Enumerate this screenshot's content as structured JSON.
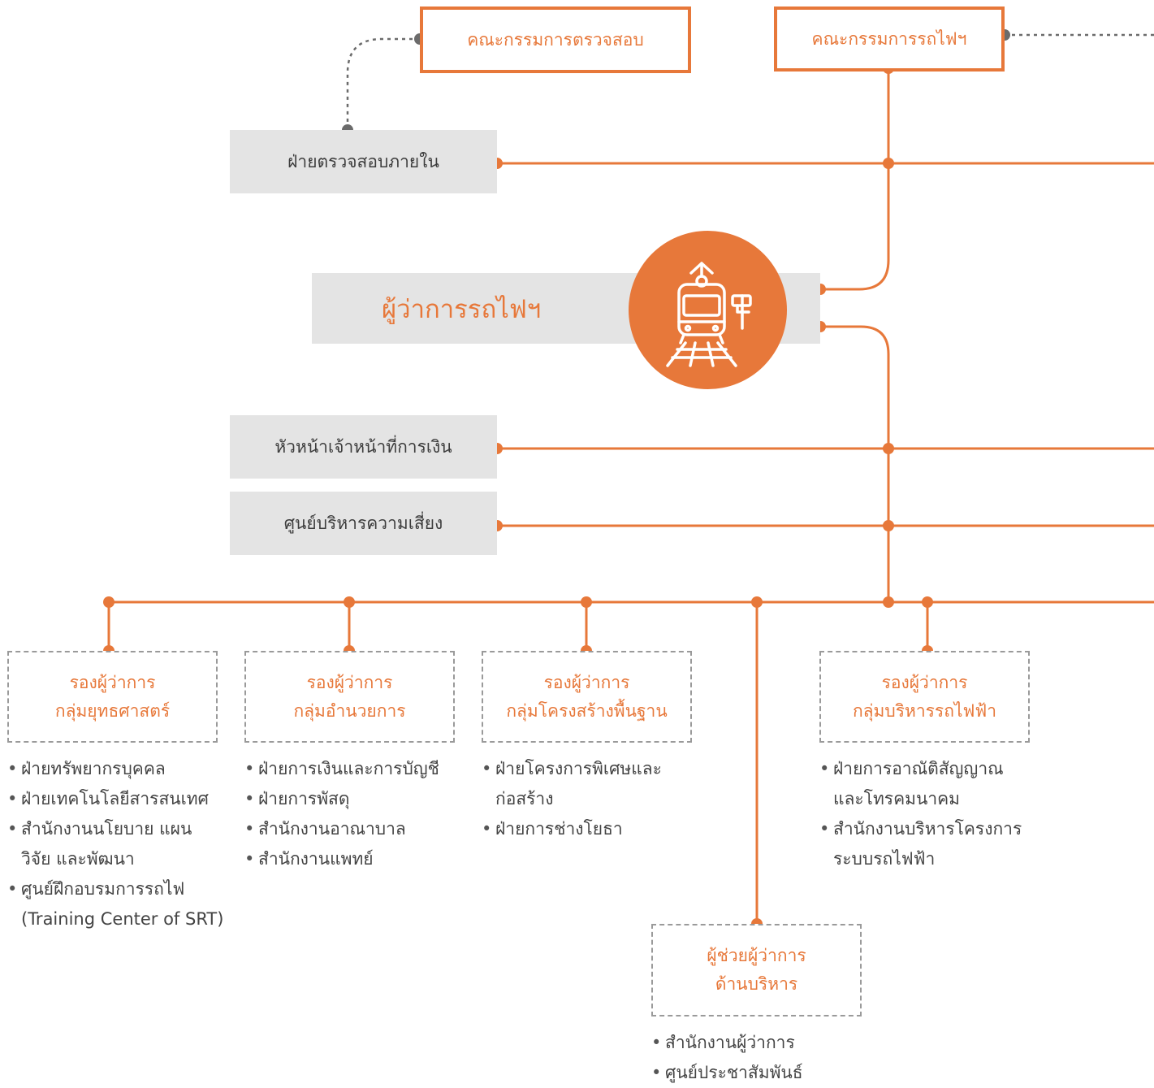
{
  "board_audit": "คณะกรรมการตรวจสอบ",
  "board_srt": "คณะกรรมการรถไฟฯ",
  "internal_audit": "ฝ่ายตรวจสอบภายใน",
  "governor": "ผู้ว่าการรถไฟฯ",
  "governor_icon": "train-icon",
  "cfo": "หัวหน้าเจ้าหน้าที่การเงิน",
  "risk_center": "ศูนย์บริหารความเสี่ยง",
  "colors": {
    "accent": "#E7783A",
    "gray_box": "#E4E4E4",
    "connector": "#6b6b6b"
  },
  "groups": {
    "strategy": {
      "title1": "รองผู้ว่าการ",
      "title2": "กลุ่มยุทธศาสตร์",
      "items": [
        "ฝ่ายทรัพยากรบุคคล",
        "ฝ่ายเทคโนโลยีสารสนเทศ",
        "สำนักงานนโยบาย แผน",
        "วิจัย และพัฒนา",
        "ศูนย์ฝึกอบรมการรถไฟ",
        "(Training Center of SRT)"
      ]
    },
    "admin": {
      "title1": "รองผู้ว่าการ",
      "title2": "กลุ่มอำนวยการ",
      "items": [
        "ฝ่ายการเงินและการบัญชี",
        "ฝ่ายการพัสดุ",
        "สำนักงานอาณาบาล",
        "สำนักงานแพทย์"
      ]
    },
    "infra": {
      "title1": "รองผู้ว่าการ",
      "title2": "กลุ่มโครงสร้างพื้นฐาน",
      "items": [
        "ฝ่ายโครงการพิเศษและ",
        "ก่อสร้าง",
        "ฝ่ายการช่างโยธา"
      ]
    },
    "electric": {
      "title1": "รองผู้ว่าการ",
      "title2": "กลุ่มบริหารรถไฟฟ้า",
      "items": [
        "ฝ่ายการอาณัติสัญญาณ",
        "และโทรคมนาคม",
        "สำนักงานบริหารโครงการ",
        "ระบบรถไฟฟ้า"
      ]
    },
    "assistant": {
      "title1": "ผู้ช่วยผู้ว่าการ",
      "title2": "ด้านบริหาร",
      "items": [
        "สำนักงานผู้ว่าการ",
        "ศูนย์ประชาสัมพันธ์"
      ]
    }
  }
}
